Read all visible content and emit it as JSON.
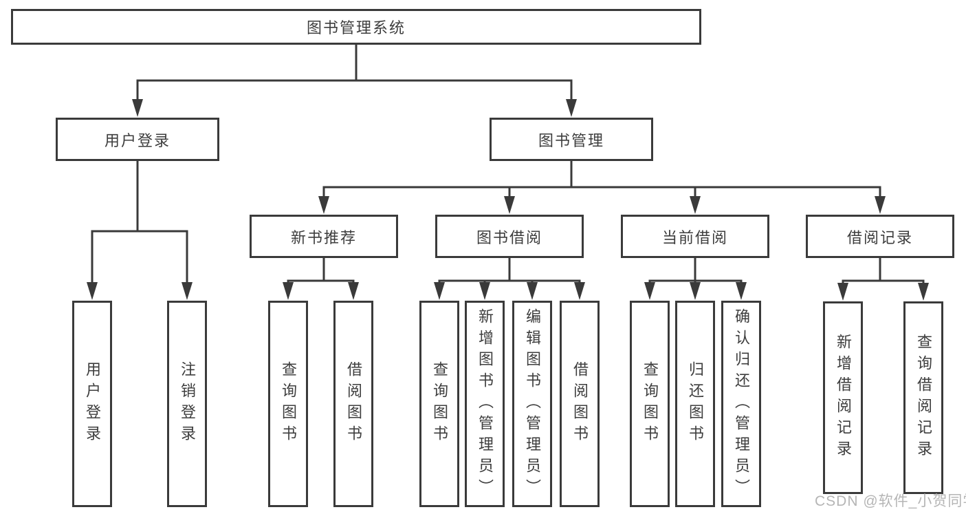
{
  "tree": {
    "label": "图书管理系统",
    "children": [
      {
        "label": "用户登录",
        "children": [
          {
            "label": "用户登录"
          },
          {
            "label": "注销登录"
          }
        ]
      },
      {
        "label": "图书管理",
        "children": [
          {
            "label": "新书推荐",
            "children": [
              {
                "label": "查询图书"
              },
              {
                "label": "借阅图书"
              }
            ]
          },
          {
            "label": "图书借阅",
            "children": [
              {
                "label": "查询图书"
              },
              {
                "label": "新增图书（管理员）"
              },
              {
                "label": "编辑图书（管理员）"
              },
              {
                "label": "借阅图书"
              }
            ]
          },
          {
            "label": "当前借阅",
            "children": [
              {
                "label": "查询图书"
              },
              {
                "label": "归还图书"
              },
              {
                "label": "确认归还（管理员）"
              }
            ]
          },
          {
            "label": "借阅记录",
            "children": [
              {
                "label": "新增借阅记录"
              },
              {
                "label": "查询借阅记录"
              }
            ]
          }
        ]
      }
    ]
  },
  "watermark": {
    "text": "CSDN @软件_小贺同学"
  },
  "colors": {
    "line": "#3a3a3a",
    "box_border": "#3a3a3a",
    "box_background": "#ffffff",
    "label_text": "#3d3d3d",
    "watermark": "#b5b5b5",
    "page_background": "#ffffff"
  }
}
